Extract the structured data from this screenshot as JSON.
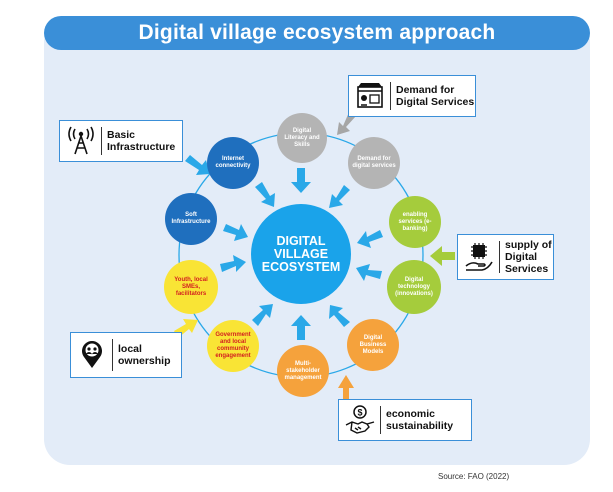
{
  "title": "Digital village ecosystem approach",
  "center": {
    "line1": "DIGITAL",
    "line2": "VILLAGE",
    "line3": "ECOSYSTEM",
    "color": "#1aa3ea"
  },
  "nodes": [
    {
      "id": "internet",
      "label": "Internet connectivity",
      "color": "#1f6fbe",
      "text_color": "#ffffff"
    },
    {
      "id": "literacy",
      "label": "Digital Literacy and Skills",
      "color": "#b4b4b4",
      "text_color": "#ffffff"
    },
    {
      "id": "demand",
      "label": "Demand for digital services",
      "color": "#b4b4b4",
      "text_color": "#ffffff"
    },
    {
      "id": "enabling",
      "label": "enabling services (e-banking)",
      "color": "#a5cc3c",
      "text_color": "#ffffff"
    },
    {
      "id": "tech",
      "label": "Digital technology (innovations)",
      "color": "#a5cc3c",
      "text_color": "#ffffff"
    },
    {
      "id": "business",
      "label": "Digital Business Models",
      "color": "#f5a23c",
      "text_color": "#ffffff"
    },
    {
      "id": "multi",
      "label": "Multi-stakeholder management",
      "color": "#f5a23c",
      "text_color": "#ffffff"
    },
    {
      "id": "government",
      "label": "Government and local community engagement",
      "color": "#f9e435",
      "text_color": "#d32020"
    },
    {
      "id": "youth",
      "label": "Youth, local SMEs, facilitators",
      "color": "#f9e435",
      "text_color": "#d32020"
    },
    {
      "id": "soft",
      "label": "Soft Infrastructure",
      "color": "#1f6fbe",
      "text_color": "#ffffff"
    }
  ],
  "callouts": {
    "demand_services": {
      "line1": "Demand for",
      "line2": "Digital Services",
      "icon": "storefront-icon"
    },
    "basic_infra": {
      "line1": "Basic",
      "line2": "Infrastructure",
      "icon": "antenna-tower-icon"
    },
    "supply": {
      "line1": "supply of",
      "line2": "Digital",
      "line3": "Services",
      "icon": "chip-hand-icon"
    },
    "ownership": {
      "line1": "local",
      "line2": "ownership",
      "icon": "location-people-icon"
    },
    "economic": {
      "line1": "economic",
      "line2": "sustainability",
      "icon": "handshake-dollar-icon"
    }
  },
  "colors": {
    "panel": "#e3ecf8",
    "title_bar": "#3a8fd8",
    "arrow_blue": "#2aa8e8",
    "arrow_gray": "#a6a6a6",
    "arrow_green": "#a5cc3c",
    "arrow_yellow": "#f9e435",
    "arrow_orange": "#f5a23c"
  },
  "source": "Source: FAO (2022)"
}
